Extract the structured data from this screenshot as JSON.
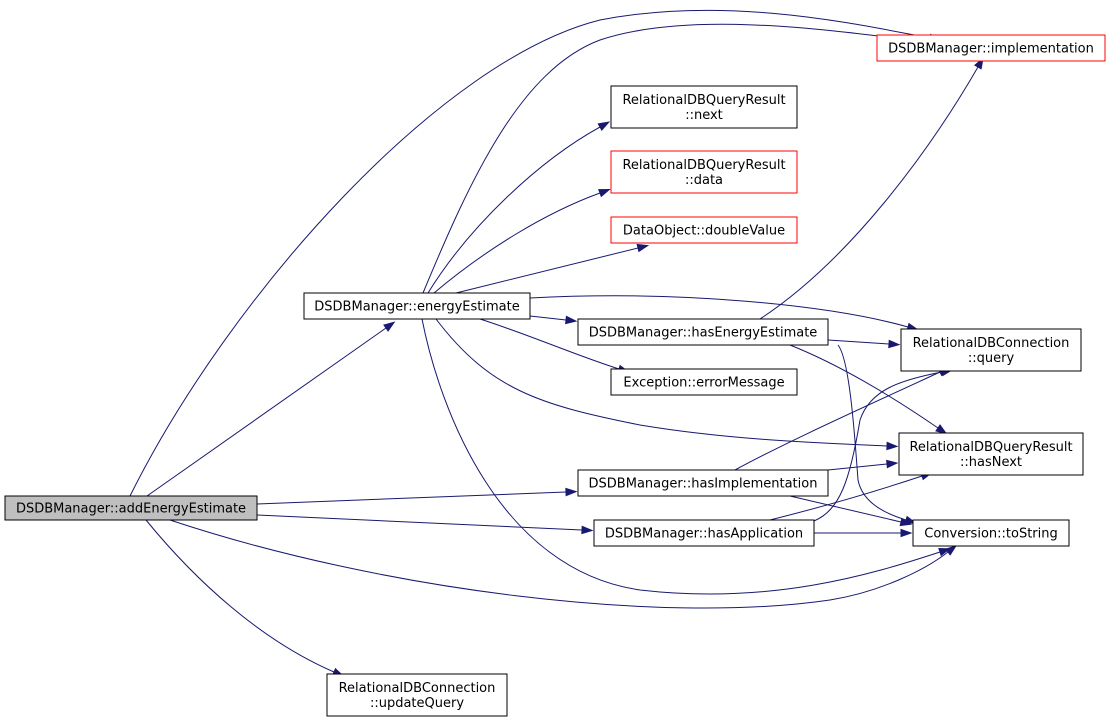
{
  "nodes": {
    "addEnergyEstimate": {
      "lines": [
        "DSDBManager::addEnergyEstimate"
      ],
      "kind": "root"
    },
    "energyEstimate": {
      "lines": [
        "DSDBManager::energyEstimate"
      ],
      "kind": "documented"
    },
    "implementation": {
      "lines": [
        "DSDBManager::implementation"
      ],
      "kind": "truncated"
    },
    "resultNext": {
      "lines": [
        "RelationalDBQueryResult",
        "::next"
      ],
      "kind": "documented"
    },
    "resultData": {
      "lines": [
        "RelationalDBQueryResult",
        "::data"
      ],
      "kind": "truncated"
    },
    "doubleValue": {
      "lines": [
        "DataObject::doubleValue"
      ],
      "kind": "truncated"
    },
    "hasEnergyEstimate": {
      "lines": [
        "DSDBManager::hasEnergyEstimate"
      ],
      "kind": "documented"
    },
    "errorMessage": {
      "lines": [
        "Exception::errorMessage"
      ],
      "kind": "documented"
    },
    "connQuery": {
      "lines": [
        "RelationalDBConnection",
        "::query"
      ],
      "kind": "documented"
    },
    "hasNext": {
      "lines": [
        "RelationalDBQueryResult",
        "::hasNext"
      ],
      "kind": "documented"
    },
    "hasImplementation": {
      "lines": [
        "DSDBManager::hasImplementation"
      ],
      "kind": "documented"
    },
    "hasApplication": {
      "lines": [
        "DSDBManager::hasApplication"
      ],
      "kind": "documented"
    },
    "toString": {
      "lines": [
        "Conversion::toString"
      ],
      "kind": "documented"
    },
    "updateQuery": {
      "lines": [
        "RelationalDBConnection",
        "::updateQuery"
      ],
      "kind": "documented"
    }
  },
  "edges": [
    {
      "from": "addEnergyEstimate",
      "to": "energyEstimate"
    },
    {
      "from": "addEnergyEstimate",
      "to": "implementation"
    },
    {
      "from": "addEnergyEstimate",
      "to": "hasImplementation"
    },
    {
      "from": "addEnergyEstimate",
      "to": "hasApplication"
    },
    {
      "from": "addEnergyEstimate",
      "to": "toString"
    },
    {
      "from": "addEnergyEstimate",
      "to": "updateQuery"
    },
    {
      "from": "energyEstimate",
      "to": "implementation"
    },
    {
      "from": "energyEstimate",
      "to": "resultNext"
    },
    {
      "from": "energyEstimate",
      "to": "resultData"
    },
    {
      "from": "energyEstimate",
      "to": "doubleValue"
    },
    {
      "from": "energyEstimate",
      "to": "hasEnergyEstimate"
    },
    {
      "from": "energyEstimate",
      "to": "connQuery"
    },
    {
      "from": "energyEstimate",
      "to": "errorMessage"
    },
    {
      "from": "energyEstimate",
      "to": "hasNext"
    },
    {
      "from": "energyEstimate",
      "to": "toString"
    },
    {
      "from": "hasEnergyEstimate",
      "to": "implementation"
    },
    {
      "from": "hasEnergyEstimate",
      "to": "connQuery"
    },
    {
      "from": "hasEnergyEstimate",
      "to": "hasNext"
    },
    {
      "from": "hasEnergyEstimate",
      "to": "toString"
    },
    {
      "from": "hasImplementation",
      "to": "connQuery"
    },
    {
      "from": "hasImplementation",
      "to": "hasNext"
    },
    {
      "from": "hasImplementation",
      "to": "toString"
    },
    {
      "from": "hasApplication",
      "to": "connQuery"
    },
    {
      "from": "hasApplication",
      "to": "hasNext"
    },
    {
      "from": "hasApplication",
      "to": "toString"
    }
  ],
  "colors": {
    "root_fill": "#bfbfbf",
    "node_fill": "#ffffff",
    "node_border": "#000000",
    "truncated_border": "#ff0000",
    "edge": "#191970"
  }
}
